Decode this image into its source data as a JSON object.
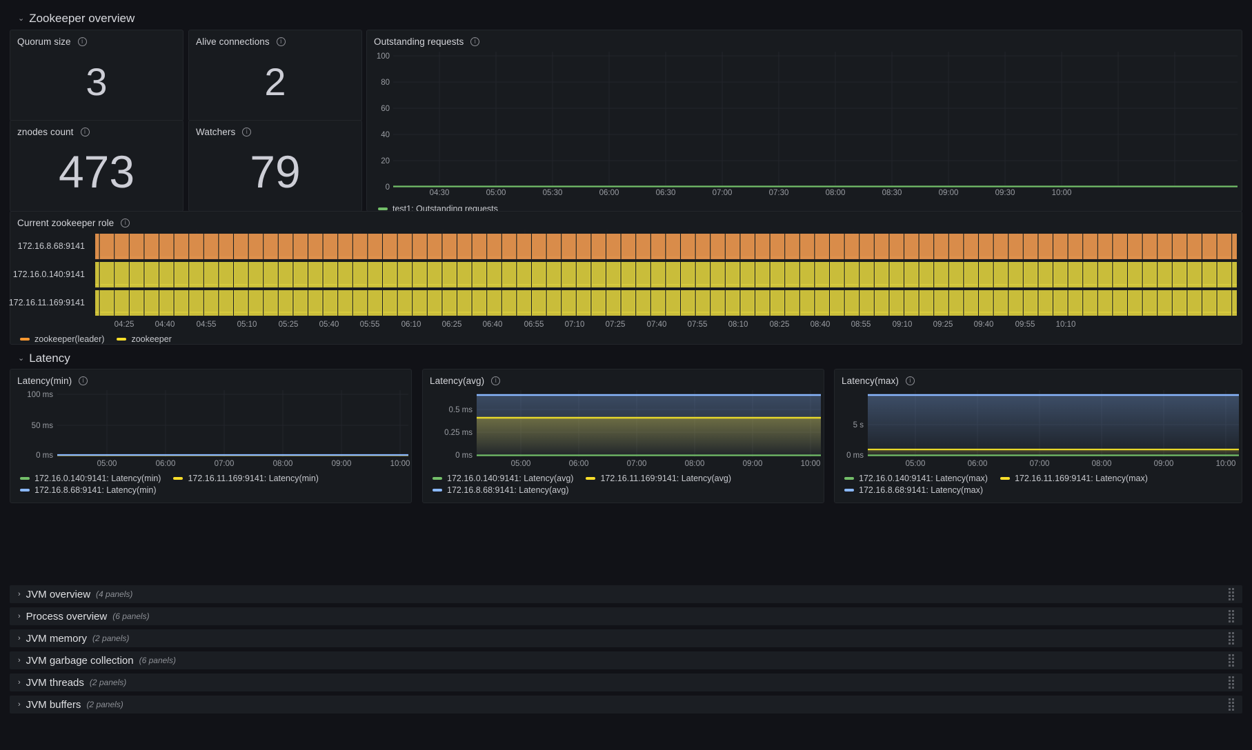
{
  "rows": {
    "zookeeper_overview": {
      "title": "Zookeeper overview",
      "chevron": "⌄"
    },
    "latency": {
      "title": "Latency",
      "chevron": "⌄"
    }
  },
  "stats": [
    {
      "title": "Quorum size",
      "value": "3"
    },
    {
      "title": "Alive connections",
      "value": "2"
    },
    {
      "title": "znodes count",
      "value": "473"
    },
    {
      "title": "Watchers",
      "value": "79"
    }
  ],
  "outstanding": {
    "title": "Outstanding requests",
    "legend": [
      {
        "label": "test1: Outstanding requests",
        "color": "#73bf69"
      }
    ]
  },
  "role": {
    "title": "Current zookeeper role",
    "rows": [
      "172.16.8.68:9141",
      "172.16.0.140:9141",
      "172.16.11.169:9141"
    ],
    "legend": [
      {
        "label": "zookeeper(leader)",
        "color": "#ff9830"
      },
      {
        "label": "zookeeper",
        "color": "#fade2a"
      }
    ]
  },
  "latency_min": {
    "title": "Latency(min)",
    "legend": [
      {
        "label": "172.16.0.140:9141: Latency(min)",
        "color": "#73bf69"
      },
      {
        "label": "172.16.11.169:9141: Latency(min)",
        "color": "#fade2a"
      },
      {
        "label": "172.16.8.68:9141: Latency(min)",
        "color": "#8ab8ff"
      }
    ]
  },
  "latency_avg": {
    "title": "Latency(avg)",
    "legend": [
      {
        "label": "172.16.0.140:9141: Latency(avg)",
        "color": "#73bf69"
      },
      {
        "label": "172.16.11.169:9141: Latency(avg)",
        "color": "#fade2a"
      },
      {
        "label": "172.16.8.68:9141: Latency(avg)",
        "color": "#8ab8ff"
      }
    ]
  },
  "latency_max": {
    "title": "Latency(max)",
    "legend": [
      {
        "label": "172.16.0.140:9141: Latency(max)",
        "color": "#73bf69"
      },
      {
        "label": "172.16.11.169:9141: Latency(max)",
        "color": "#fade2a"
      },
      {
        "label": "172.16.8.68:9141: Latency(max)",
        "color": "#8ab8ff"
      }
    ]
  },
  "collapsed_rows": [
    {
      "name": "JVM overview",
      "count": "(4 panels)",
      "chevron": "›"
    },
    {
      "name": "Process overview",
      "count": "(6 panels)",
      "chevron": "›"
    },
    {
      "name": "JVM memory",
      "count": "(2 panels)",
      "chevron": "›"
    },
    {
      "name": "JVM garbage collection",
      "count": "(6 panels)",
      "chevron": "›"
    },
    {
      "name": "JVM threads",
      "count": "(2 panels)",
      "chevron": "›"
    },
    {
      "name": "JVM buffers",
      "count": "(2 panels)",
      "chevron": "›"
    }
  ],
  "chart_data": [
    {
      "id": "outstanding_requests",
      "type": "line",
      "title": "Outstanding requests",
      "xlabel": "",
      "ylabel": "",
      "ylim": [
        0,
        100
      ],
      "yticks": [
        0,
        20,
        40,
        60,
        80,
        100
      ],
      "yticklabels": [
        "0",
        "20",
        "40",
        "60",
        "80",
        "100"
      ],
      "xticklabels": [
        "04:30",
        "05:00",
        "05:30",
        "06:00",
        "06:30",
        "07:00",
        "07:30",
        "08:00",
        "08:30",
        "09:00",
        "09:30",
        "10:00"
      ],
      "grid": true,
      "legend_position": "bottom",
      "series": [
        {
          "name": "test1: Outstanding requests",
          "color": "#73bf69",
          "values": [
            0,
            0,
            0,
            0,
            0,
            0,
            0,
            0,
            0,
            0,
            0,
            0,
            0,
            0,
            0,
            0,
            0,
            0,
            0,
            0,
            0,
            0,
            0,
            0
          ]
        }
      ]
    },
    {
      "id": "current_zookeeper_role",
      "type": "heatmap",
      "title": "Current zookeeper role",
      "ylabel": "",
      "categories": [
        "172.16.8.68:9141",
        "172.16.0.140:9141",
        "172.16.11.169:9141"
      ],
      "xticklabels": [
        "04:25",
        "04:40",
        "04:55",
        "05:10",
        "05:25",
        "05:40",
        "05:55",
        "06:10",
        "06:25",
        "06:40",
        "06:55",
        "07:10",
        "07:25",
        "07:40",
        "07:55",
        "08:10",
        "08:25",
        "08:40",
        "08:55",
        "09:10",
        "09:25",
        "09:40",
        "09:55",
        "10:10"
      ],
      "states": [
        {
          "row": "172.16.8.68:9141",
          "state": "zookeeper(leader)",
          "color": "#d98c4a"
        },
        {
          "row": "172.16.0.140:9141",
          "state": "zookeeper",
          "color": "#c9bd3a"
        },
        {
          "row": "172.16.11.169:9141",
          "state": "zookeeper",
          "color": "#c9bd3a"
        }
      ],
      "segment_count": 66,
      "legend_position": "bottom"
    },
    {
      "id": "latency_min",
      "type": "line",
      "title": "Latency(min)",
      "ylim": [
        0,
        100
      ],
      "yticks": [
        0,
        50,
        100
      ],
      "yticklabels": [
        "0 ms",
        "50 ms",
        "100 ms"
      ],
      "xticklabels": [
        "05:00",
        "06:00",
        "07:00",
        "08:00",
        "09:00",
        "10:00"
      ],
      "grid": true,
      "legend_position": "bottom",
      "series": [
        {
          "name": "172.16.0.140:9141: Latency(min)",
          "color": "#73bf69",
          "values": [
            0,
            0,
            0,
            0,
            0,
            0,
            0,
            0,
            0,
            0,
            0,
            0
          ]
        },
        {
          "name": "172.16.11.169:9141: Latency(min)",
          "color": "#fade2a",
          "values": [
            0,
            0,
            0,
            0,
            0,
            0,
            0,
            0,
            0,
            0,
            0,
            0
          ]
        },
        {
          "name": "172.16.8.68:9141: Latency(min)",
          "color": "#8ab8ff",
          "values": [
            0,
            0,
            0,
            0,
            0,
            0,
            0,
            0,
            0,
            0,
            0,
            0
          ]
        }
      ]
    },
    {
      "id": "latency_avg",
      "type": "area",
      "title": "Latency(avg)",
      "ylim": [
        0,
        0.65
      ],
      "yticks": [
        0,
        0.25,
        0.5
      ],
      "yticklabels": [
        "0 ms",
        "0.25 ms",
        "0.5 ms"
      ],
      "xticklabels": [
        "05:00",
        "06:00",
        "07:00",
        "08:00",
        "09:00",
        "10:00"
      ],
      "grid": true,
      "legend_position": "bottom",
      "series": [
        {
          "name": "172.16.0.140:9141: Latency(avg)",
          "color": "#73bf69",
          "values": [
            0,
            0,
            0,
            0,
            0,
            0,
            0,
            0,
            0,
            0,
            0,
            0
          ]
        },
        {
          "name": "172.16.11.169:9141: Latency(avg)",
          "color": "#fade2a",
          "values": [
            0.35,
            0.35,
            0.35,
            0.35,
            0.35,
            0.35,
            0.35,
            0.35,
            0.35,
            0.35,
            0.35,
            0.35
          ]
        },
        {
          "name": "172.16.8.68:9141: Latency(avg)",
          "color": "#8ab8ff",
          "values": [
            0.6,
            0.6,
            0.6,
            0.6,
            0.6,
            0.6,
            0.6,
            0.6,
            0.6,
            0.6,
            0.6,
            0.6
          ]
        }
      ]
    },
    {
      "id": "latency_max",
      "type": "area",
      "title": "Latency(max)",
      "ylim": [
        0,
        10
      ],
      "yticks": [
        0,
        5
      ],
      "yticklabels": [
        "0 ms",
        "5 s"
      ],
      "xticklabels": [
        "05:00",
        "06:00",
        "07:00",
        "08:00",
        "09:00",
        "10:00"
      ],
      "grid": true,
      "legend_position": "bottom",
      "series": [
        {
          "name": "172.16.0.140:9141: Latency(max)",
          "color": "#73bf69",
          "values": [
            0,
            0,
            0,
            0,
            0,
            0,
            0,
            0,
            0,
            0,
            0,
            0
          ]
        },
        {
          "name": "172.16.11.169:9141: Latency(max)",
          "color": "#fade2a",
          "values": [
            0.45,
            0.45,
            0.45,
            0.45,
            0.45,
            0.45,
            0.45,
            0.45,
            0.45,
            0.45,
            0.45,
            0.45
          ]
        },
        {
          "name": "172.16.8.68:9141: Latency(max)",
          "color": "#8ab8ff",
          "values": [
            9.3,
            9.3,
            9.3,
            9.3,
            9.3,
            9.3,
            9.3,
            9.3,
            9.3,
            9.3,
            9.3,
            9.3
          ]
        }
      ]
    }
  ]
}
